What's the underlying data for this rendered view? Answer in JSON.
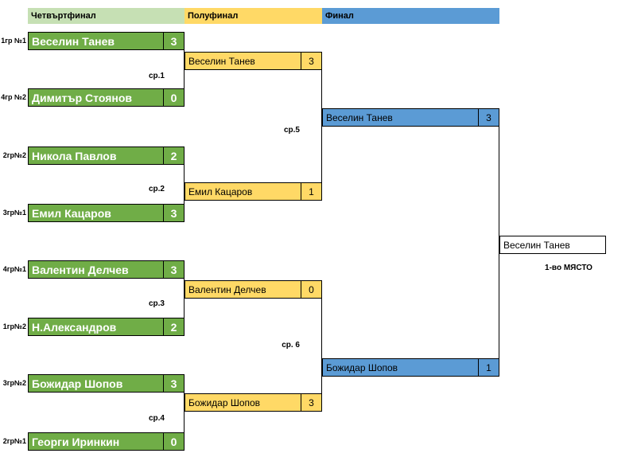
{
  "headers": [
    {
      "label": "Четвъртфинал",
      "color": "#c6e0b4"
    },
    {
      "label": "Полуфинал",
      "color": "#ffd966"
    },
    {
      "label": "Финал",
      "color": "#5b9bd5"
    }
  ],
  "colors": {
    "quarterfinal_box": "#70ad47",
    "semifinal_box": "#ffd966",
    "final_box": "#5b9bd5",
    "winner_box": "#ffffff",
    "border": "#000000"
  },
  "quarterfinals": [
    {
      "seed": "1гр №1",
      "name": "Веселин Танев",
      "score": "3"
    },
    {
      "seed": "4гр №2",
      "name": "Димитър Стоянов",
      "score": "0"
    },
    {
      "seed": "2гр№2",
      "name": "Никола Павлов",
      "score": "2"
    },
    {
      "seed": "3гр№1",
      "name": "Емил Кацаров",
      "score": "3"
    },
    {
      "seed": "4гр№1",
      "name": "Валентин Делчев",
      "score": "3"
    },
    {
      "seed": "1гр№2",
      "name": "Н.Александров",
      "score": "2"
    },
    {
      "seed": "3гр№2",
      "name": "Божидар Шопов",
      "score": "3"
    },
    {
      "seed": "2гр№1",
      "name": "Георги Иринкин",
      "score": "0"
    }
  ],
  "match_labels": [
    "ср.1",
    "ср.2",
    "ср.3",
    "ср.4",
    "ср.5",
    "ср. 6"
  ],
  "semifinals": [
    {
      "name": "Веселин Танев",
      "score": "3"
    },
    {
      "name": "Емил Кацаров",
      "score": "1"
    },
    {
      "name": "Валентин Делчев",
      "score": "0"
    },
    {
      "name": "Божидар Шопов",
      "score": "3"
    }
  ],
  "finals": [
    {
      "name": "Веселин Танев",
      "score": "3"
    },
    {
      "name": "Божидар Шопов",
      "score": "1"
    }
  ],
  "winner": {
    "name": "Веселин Танев",
    "caption": "1-во МЯСТО"
  }
}
